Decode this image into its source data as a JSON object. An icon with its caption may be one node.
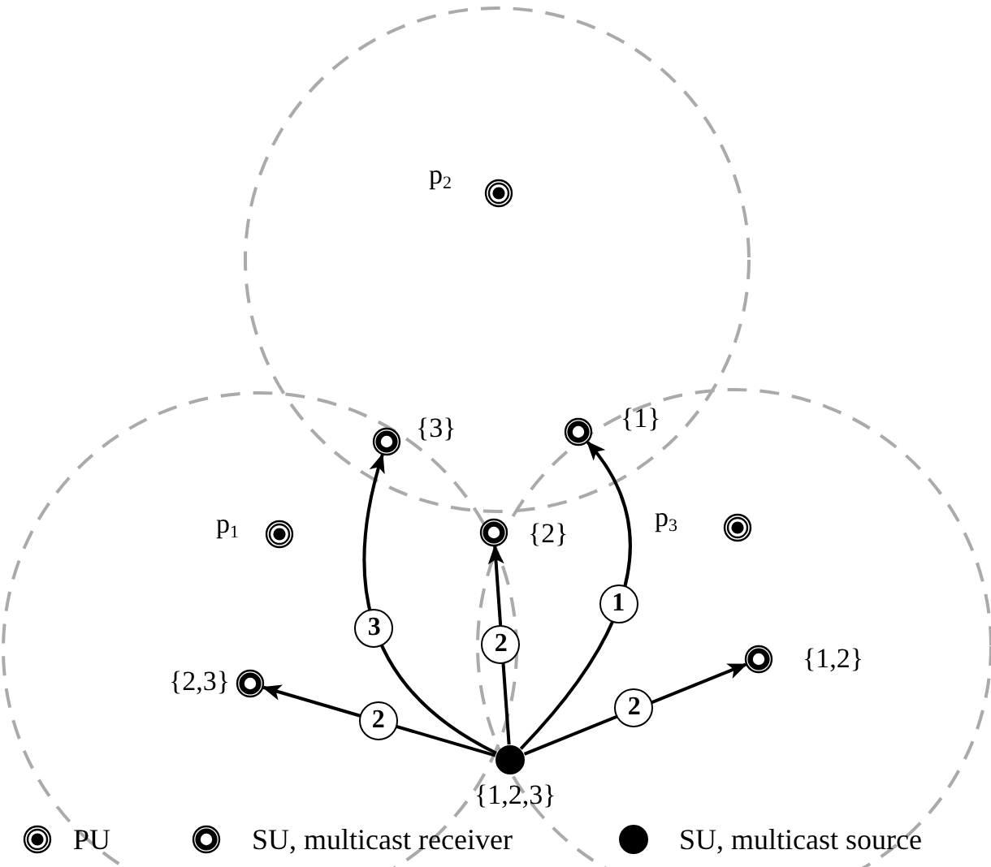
{
  "diagram": {
    "nodes": [
      {
        "text": [
          "p$_{2}$"
        ]
      },
      {
        "text": [
          "{3}"
        ]
      },
      {
        "text": [
          "{1}"
        ]
      },
      {
        "text": [
          "p$_{1}$"
        ]
      },
      {
        "text": [
          "{2}"
        ]
      },
      {
        "text": [
          "p$_{3}$"
        ]
      },
      {
        "text": [
          "{2,3}"
        ]
      },
      {
        "text": [
          "{1,2}"
        ]
      },
      {
        "text": [
          "{1,2,3}"
        ]
      }
    ],
    "edges": [
      {
        "from": 8,
        "to": 6,
        "arrow": "to",
        "label": "2"
      },
      {
        "from": 8,
        "to": 1,
        "arrow": "to",
        "label": "3"
      },
      {
        "from": 8,
        "to": 4,
        "arrow": "to",
        "label": "2"
      },
      {
        "from": 8,
        "to": 2,
        "arrow": "to",
        "label": "1"
      },
      {
        "from": 8,
        "to": 7,
        "arrow": "to",
        "label": "2"
      }
    ],
    "legend": [
      {
        "text": "PU"
      },
      {
        "text": "SU, multicast receiver"
      },
      {
        "text": "SU, multicast source"
      }
    ]
  }
}
